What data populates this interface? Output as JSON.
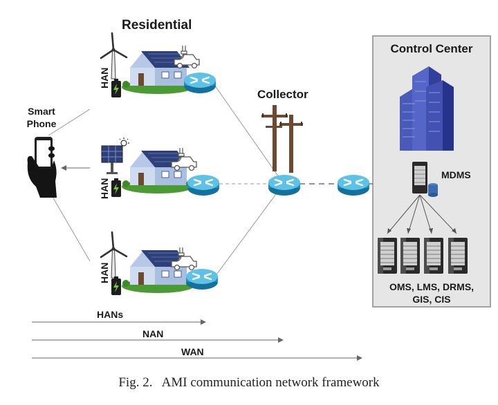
{
  "labels": {
    "residential": "Residential",
    "collector": "Collector",
    "control_center": "Control Center",
    "smart_phone_line1": "Smart",
    "smart_phone_line2": "Phone",
    "mdms": "MDMS",
    "servers_line1": "OMS, LMS, DRMS,",
    "servers_line2": "GIS, CIS",
    "han": "HAN"
  },
  "scopes": {
    "hans": "HANs",
    "nan": "NAN",
    "wan": "WAN"
  },
  "caption": "Fig. 2.   AMI communication network framework",
  "colors": {
    "router_fill": "#1c8fc2",
    "router_top": "#5ec2e6",
    "building": "#3f4fa8",
    "house_roof": "#2f3f7a",
    "house_wall": "#a9bfe0",
    "grass": "#4c9a33",
    "pole": "#6b4a2e"
  }
}
